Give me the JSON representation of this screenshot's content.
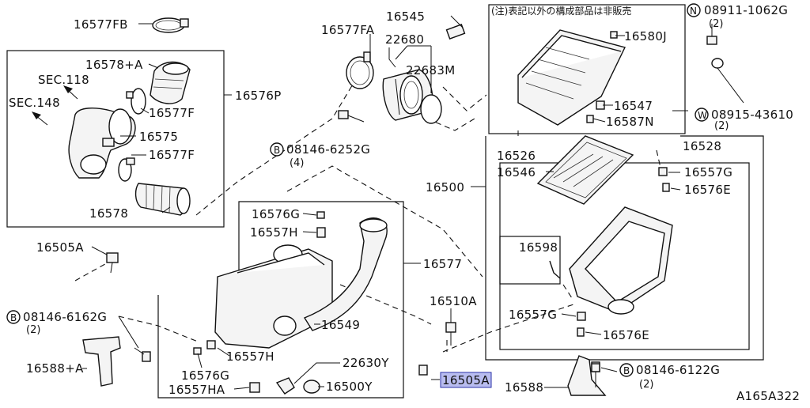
{
  "diagram": {
    "note_jp": "(注)表記以外の構成部品は非販売",
    "ref_code": "A165A322",
    "labels": {
      "p16577FB": "16577FB",
      "p16578A": "16578+A",
      "sec118": "SEC.118",
      "sec148": "SEC.148",
      "p16577F_1": "16577F",
      "p16575": "16575",
      "p16577F_2": "16577F",
      "p16578": "16578",
      "p16576P": "16576P",
      "p16577FA": "16577FA",
      "p22680": "22680",
      "p22683M": "22683M",
      "p16545": "16545",
      "b08146_6252G": "08146-6252G",
      "b08146_6252G_qty": "(4)",
      "p16580J": "16580J",
      "p16547": "16547",
      "p16587N": "16587N",
      "p16526": "16526",
      "p16546": "16546",
      "p16500": "16500",
      "n08911_1062G": "08911-1062G",
      "n08911_1062G_qty": "(2)",
      "w08915_43610": "08915-43610",
      "w08915_43610_qty": "(2)",
      "p16528": "16528",
      "p16557G_1": "16557G",
      "p16576E_1": "16576E",
      "p16598": "16598",
      "p16557G_2": "16557G",
      "p16576E_2": "16576E",
      "p16505A_1": "16505A",
      "b08146_6162G": "08146-6162G",
      "b08146_6162G_qty": "(2)",
      "p16588A": "16588+A",
      "p16576G_1": "16576G",
      "p16557H_1": "16557H",
      "p16577": "16577",
      "p16549": "16549",
      "p16557H_2": "16557H",
      "p16576G_2": "16576G",
      "p16557HA": "16557HA",
      "p22630Y": "22630Y",
      "p16500Y": "16500Y",
      "p16510A": "16510A",
      "p16505A_hl": "16505A",
      "p16588": "16588",
      "b08146_6122G": "08146-6122G",
      "b08146_6122G_qty": "(2)"
    },
    "circled_letters": {
      "B": "B",
      "N": "N",
      "W": "W"
    },
    "highlight_color": "#b9bdf0"
  }
}
